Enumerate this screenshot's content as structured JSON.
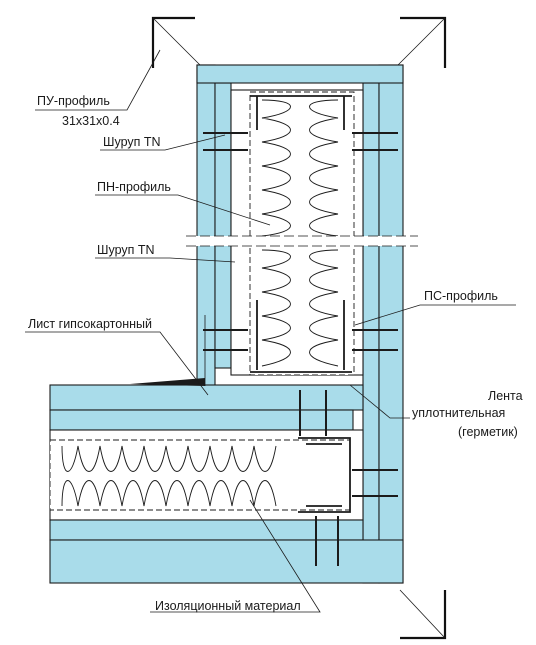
{
  "labels": {
    "pu_profile": "ПУ-профиль",
    "pu_size": "31x31x0.4",
    "screw_tn_1": "Шуруп TN",
    "pn_profile": "ПН-профиль",
    "screw_tn_2": "Шуруп TN",
    "ps_profile": "ПС-профиль",
    "drywall_sheet": "Лист гипсокартонный",
    "sealing_tape_1": "Лента",
    "sealing_tape_2": "уплотнительная",
    "sealing_tape_3": "(герметик)",
    "insulation": "Изоляционный материал"
  },
  "colors": {
    "board_fill": "#a9dcea",
    "line": "#1b1b1b",
    "background": "#ffffff"
  }
}
